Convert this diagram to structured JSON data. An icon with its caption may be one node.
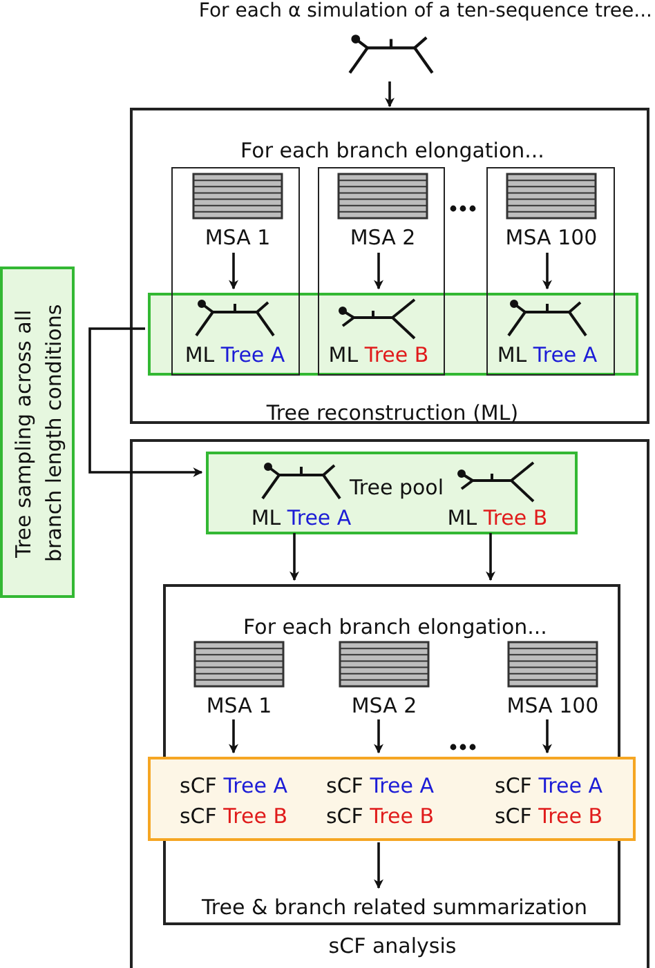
{
  "diagram": {
    "title": "For each α simulation of a ten-sequence tree...",
    "nodes": [
      {
        "text": [],
        "shape": "tree"
      },
      {
        "text": [
          "For each branch elongation...",
          "Tree reconstruction (ML)"
        ]
      },
      {
        "text": [],
        "shape": "box",
        "in": 1
      },
      {
        "text": [
          "MSA 1"
        ],
        "in": 2
      },
      {
        "text": [],
        "shape": "box",
        "in": 1
      },
      {
        "text": [
          "MSA 2"
        ],
        "in": 4
      },
      {
        "text": [],
        "shape": "box",
        "in": 1
      },
      {
        "text": [
          "MSA 100"
        ],
        "in": 6
      },
      {
        "text": [],
        "shape": "box",
        "in": 1
      },
      {
        "text": [
          "ML",
          "Tree A"
        ]
      },
      {
        "text": [
          "ML",
          "Tree B"
        ]
      },
      {
        "text": [
          "ML",
          "Tree A"
        ]
      },
      {
        "text": [
          "Tree sampling across all branch length conditions"
        ]
      },
      {
        "text": [
          "sCF analysis"
        ]
      },
      {
        "text": [
          "Tree pool"
        ],
        "in": 13
      },
      {
        "text": [
          "ML",
          "Tree A"
        ],
        "in": 14
      },
      {
        "text": [
          "ML",
          "Tree B"
        ],
        "in": 14
      },
      {
        "text": [
          "For each branch elongation..."
        ],
        "in": 13
      },
      {
        "text": [
          "MSA 1"
        ],
        "in": 17
      },
      {
        "text": [
          "MSA 2"
        ],
        "in": 17
      },
      {
        "text": [
          "MSA 100"
        ],
        "in": 17
      },
      {
        "text": [],
        "shape": "box",
        "in": 13
      },
      {
        "text": [
          "sCF",
          "Tree A",
          "sCF",
          "Tree B"
        ],
        "in": 21
      },
      {
        "text": [
          "sCF",
          "Tree A",
          "sCF",
          "Tree B"
        ],
        "in": 21
      },
      {
        "text": [
          "sCF",
          "Tree A",
          "sCF",
          "Tree B"
        ],
        "in": 21
      },
      {
        "text": [
          "Tree & branch related summarization"
        ],
        "in": 17
      }
    ],
    "edges": [
      {
        "from": 0,
        "to": 1,
        "arrow": "to"
      },
      {
        "from": 3,
        "to": 8,
        "arrow": "to"
      },
      {
        "from": 5,
        "to": 8,
        "arrow": "to"
      },
      {
        "from": 7,
        "to": 8,
        "arrow": "to"
      },
      {
        "from": 8,
        "to": 14,
        "arrow": "to"
      },
      {
        "from": 15,
        "to": 17,
        "arrow": "to"
      },
      {
        "from": 16,
        "to": 17,
        "arrow": "to"
      },
      {
        "from": 18,
        "to": 21,
        "arrow": "to"
      },
      {
        "from": 19,
        "to": 21,
        "arrow": "to"
      },
      {
        "from": 20,
        "to": 21,
        "arrow": "to"
      },
      {
        "from": 21,
        "to": 25,
        "arrow": "to"
      }
    ]
  }
}
